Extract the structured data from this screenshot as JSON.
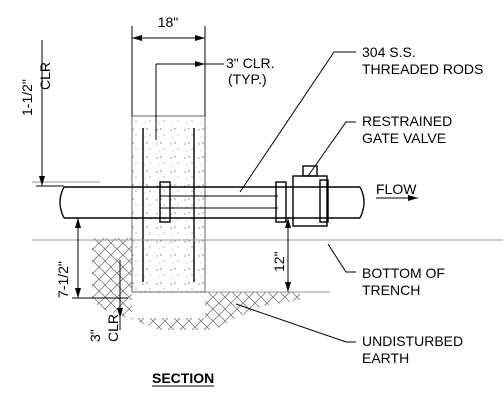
{
  "labels": {
    "width_top": "18\"",
    "clearance_side": "3\" CLR.",
    "typical": "(TYP.)",
    "top_clear_dim": "1-1/2\"",
    "top_clear_clr": "CLR",
    "rods_line1": "304 S.S.",
    "rods_line2": "THREADED RODS",
    "valve_line1": "RESTRAINED",
    "valve_line2": "GATE VALVE",
    "flow": "FLOW",
    "left_dim": "7-1/2\"",
    "right_dim": "12\"",
    "trench_line1": "BOTTOM OF",
    "trench_line2": "TRENCH",
    "bottom_clear_dim": "3\"",
    "bottom_clear_clr": "CLR",
    "earth_line1": "UNDISTURBED",
    "earth_line2": "EARTH",
    "section": "SECTION"
  }
}
